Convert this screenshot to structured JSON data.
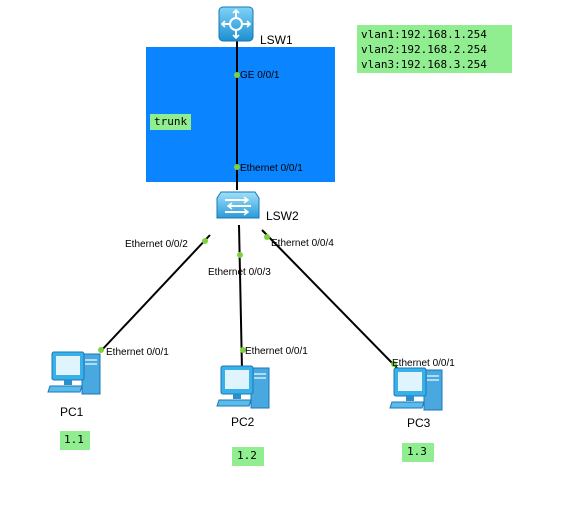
{
  "devices": {
    "lsw1": {
      "label": "LSW1",
      "icon": "core-switch-icon"
    },
    "lsw2": {
      "label": "LSW2",
      "icon": "access-switch-icon"
    },
    "pc1": {
      "label": "PC1",
      "icon": "pc-icon"
    },
    "pc2": {
      "label": "PC2",
      "icon": "pc-icon"
    },
    "pc3": {
      "label": "PC3",
      "icon": "pc-icon"
    }
  },
  "ports": {
    "lsw1_ge": "GE 0/0/1",
    "lsw2_uplink": "Ethernet 0/0/1",
    "lsw2_e2": "Ethernet 0/0/2",
    "lsw2_e3": "Ethernet 0/0/3",
    "lsw2_e4": "Ethernet 0/0/4",
    "pc1_e1": "Ethernet 0/0/1",
    "pc2_e1": "Ethernet 0/0/1",
    "pc3_e1": "Ethernet 0/0/1"
  },
  "notes": {
    "trunk": "trunk",
    "vlans": [
      "vlan1:192.168.1.254",
      "vlan2:192.168.2.254",
      "vlan3:192.168.3.254"
    ],
    "pc1_addr": "1.1",
    "pc2_addr": "1.2",
    "pc3_addr": "1.3"
  },
  "colors": {
    "area_fill": "#0a84ff",
    "note_fill": "#90ee90",
    "link": "#000000",
    "port_dot": "#7fd13b",
    "device_blue": "#3ab0e8"
  }
}
